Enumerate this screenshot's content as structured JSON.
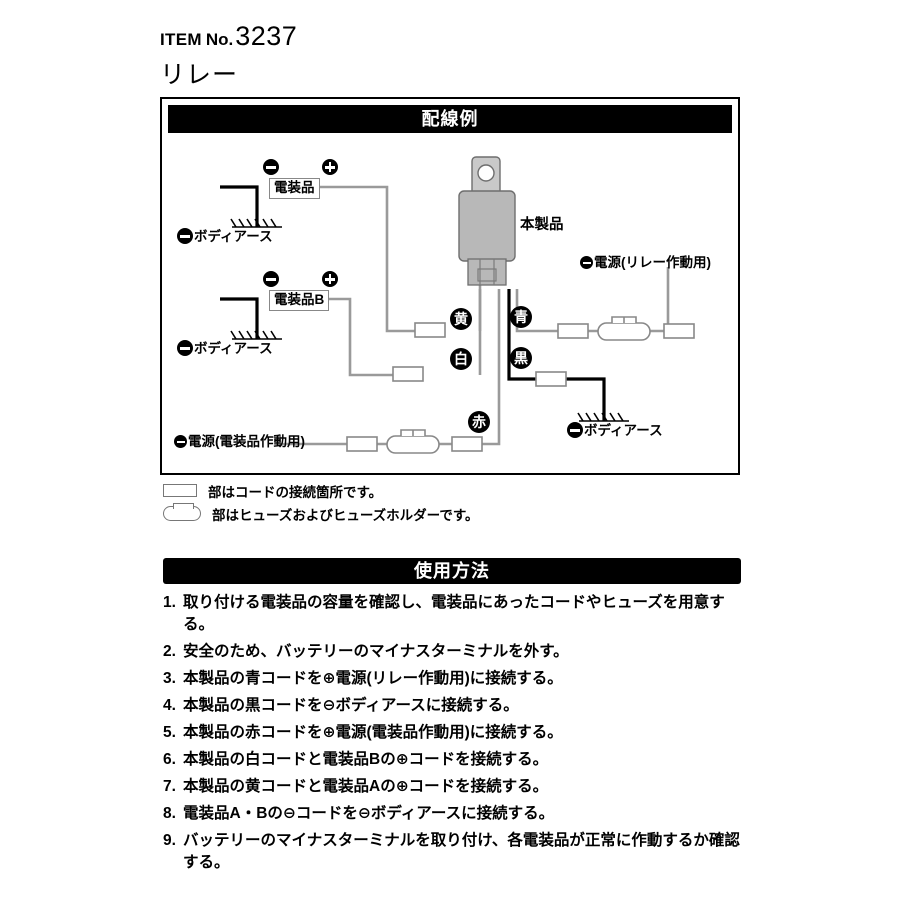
{
  "header": {
    "item_label": "ITEM",
    "no_label": "No.",
    "item_number": "3237",
    "product_name": "リレー"
  },
  "diagram": {
    "title": "配線例",
    "product_label": "本製品",
    "device_a_label": "電装品",
    "device_b_label": "電装品B",
    "ground_label_1": "ボディアース",
    "ground_label_2": "ボディアース",
    "ground_label_3": "ボディアース",
    "power_relay_label": "電源(リレー作動用)",
    "power_device_label": "電源(電装品作動用)",
    "wires": {
      "yellow": "黄",
      "blue": "青",
      "white": "白",
      "black": "黒",
      "red": "赤"
    },
    "polarity": {
      "minus": "−",
      "plus": "+"
    }
  },
  "legend": {
    "connector_text": "部はコードの接続箇所です。",
    "fuse_text": "部はヒューズおよびヒューズホルダーです。"
  },
  "usage": {
    "title": "使用方法",
    "steps": [
      {
        "n": "1.",
        "text": "取り付ける電装品の容量を確認し、電装品にあったコードやヒューズを用意する。"
      },
      {
        "n": "2.",
        "text": "安全のため、バッテリーのマイナスターミナルを外す。"
      },
      {
        "n": "3.",
        "text": "本製品の青コードを⊕電源(リレー作動用)に接続する。"
      },
      {
        "n": "4.",
        "text": "本製品の黒コードを⊖ボディアースに接続する。"
      },
      {
        "n": "5.",
        "text": "本製品の赤コードを⊕電源(電装品作動用)に接続する。"
      },
      {
        "n": "6.",
        "text": "本製品の白コードと電装品Bの⊕コードを接続する。"
      },
      {
        "n": "7.",
        "text": "本製品の黄コードと電装品Aの⊕コードを接続する。"
      },
      {
        "n": "8.",
        "text": "電装品A・Bの⊖コードを⊖ボディアースに接続する。"
      },
      {
        "n": "9.",
        "text": "バッテリーのマイナスターミナルを取り付け、各電装品が正常に作動するか確認する。"
      }
    ]
  },
  "colors": {
    "black": "#000000",
    "wire_gray": "#9a9a9a",
    "relay_body": "#b8b8b8",
    "relay_tab": "#c9c9c9",
    "connector_border": "#888888"
  }
}
